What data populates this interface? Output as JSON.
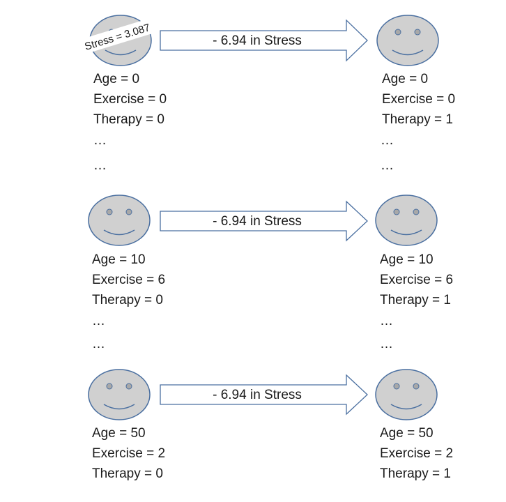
{
  "colors": {
    "face_fill": "#d0d0d0",
    "face_stroke": "#4a6fa0",
    "arrow_fill": "#ffffff",
    "arrow_stroke": "#4a6fa0",
    "badge_fill": "#ffffff",
    "text": "#1a1a1a"
  },
  "rows": [
    {
      "arrow_label": "- 6.94 in Stress",
      "stress_badge": "Stress = 3.087",
      "left": {
        "icon": "smiley-face-icon",
        "lines": [
          "Age = 0",
          "Exercise = 0",
          "Therapy = 0",
          "…",
          "…"
        ]
      },
      "right": {
        "icon": "smiley-face-icon",
        "lines": [
          "Age = 0",
          "Exercise = 0",
          "Therapy = 1",
          "…",
          "…"
        ]
      }
    },
    {
      "arrow_label": "- 6.94 in Stress",
      "left": {
        "icon": "smiley-face-icon",
        "lines": [
          "Age = 10",
          "Exercise = 6",
          "Therapy = 0",
          "…",
          "…"
        ]
      },
      "right": {
        "icon": "smiley-face-icon",
        "lines": [
          "Age = 10",
          "Exercise = 6",
          "Therapy = 1",
          "…",
          "…"
        ]
      }
    },
    {
      "arrow_label": "- 6.94 in Stress",
      "left": {
        "icon": "smiley-face-icon",
        "lines": [
          "Age = 50",
          "Exercise = 2",
          "Therapy = 0"
        ]
      },
      "right": {
        "icon": "smiley-face-icon",
        "lines": [
          "Age = 50",
          "Exercise = 2",
          "Therapy = 1"
        ]
      }
    }
  ]
}
